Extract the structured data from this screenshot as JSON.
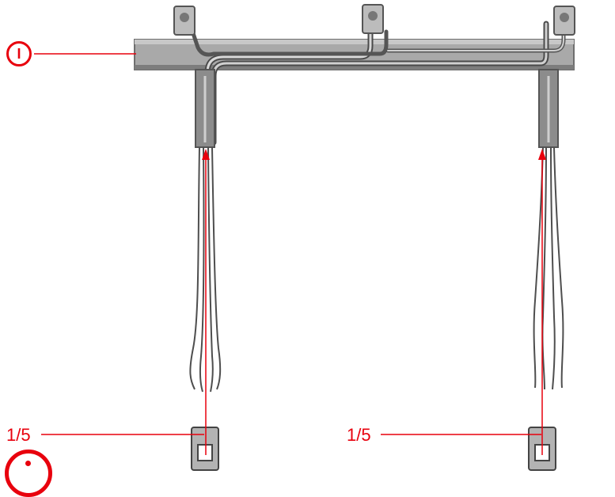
{
  "annotations": {
    "marker_top": {
      "symbol": "I"
    },
    "callout_left": {
      "text": "1/5"
    },
    "callout_right": {
      "text": "1/5"
    }
  },
  "colors": {
    "annotation": "#e8000d",
    "metal_dark": "#5b5b5b",
    "metal_mid": "#9a9a9a",
    "metal_light": "#c9c9c9"
  }
}
